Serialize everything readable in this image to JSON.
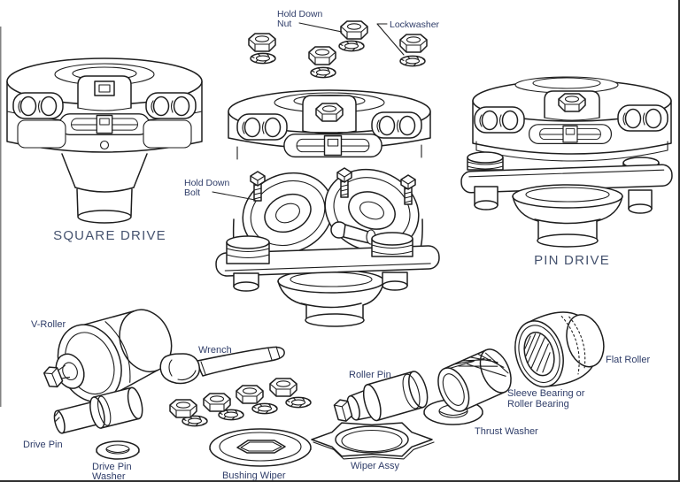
{
  "colors": {
    "line": "#1e1e1e",
    "label": "#2e3c68",
    "caption": "#46536f",
    "background": "#ffffff"
  },
  "captions": {
    "square_drive": "SQUARE DRIVE",
    "pin_drive": "PIN DRIVE"
  },
  "callouts": {
    "hold_down_nut_l1": "Hold Down",
    "hold_down_nut_l2": "Nut",
    "lockwasher": "Lockwasher",
    "hold_down_bolt_l1": "Hold Down",
    "hold_down_bolt_l2": "Bolt"
  },
  "parts": {
    "v_roller": "V-Roller",
    "wrench": "Wrench",
    "roller_pin": "Roller Pin",
    "flat_roller": "Flat Roller",
    "sleeve_bearing_l1": "Sleeve Bearing or",
    "sleeve_bearing_l2": "Roller Bearing",
    "thrust_washer": "Thrust Washer",
    "drive_pin": "Drive Pin",
    "drive_pin_washer_l1": "Drive Pin",
    "drive_pin_washer_l2": "Washer",
    "bushing_wiper": "Bushing Wiper",
    "wiper_assy": "Wiper Assy"
  }
}
